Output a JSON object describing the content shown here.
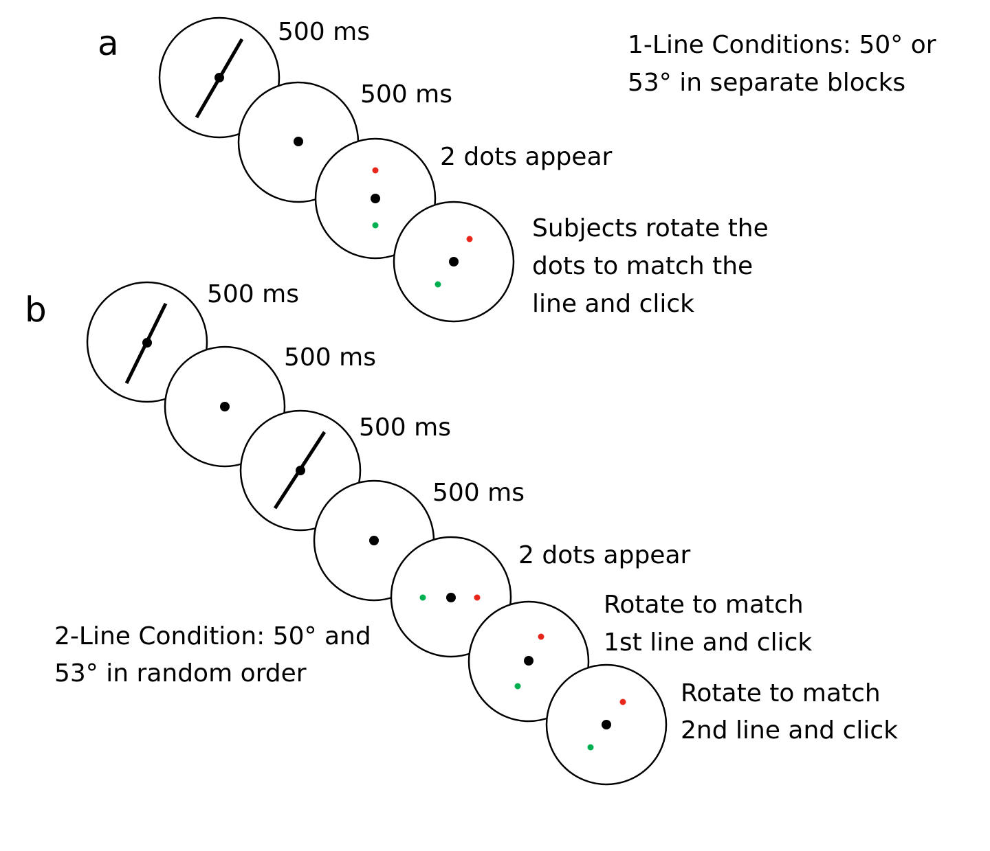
{
  "colors": {
    "red_dot": "#e8261c",
    "green_dot": "#00b050",
    "fixation": "#000000",
    "stroke": "#000000",
    "background": "#ffffff"
  },
  "panel_a": {
    "label": "a",
    "condition_text": [
      "1-Line Conditions: 50° or",
      "53°  in separate blocks"
    ],
    "steps": [
      {
        "label": [
          "500 ms"
        ],
        "content": "line"
      },
      {
        "label": [
          "500 ms"
        ],
        "content": "fixation"
      },
      {
        "label": [
          "2 dots appear"
        ],
        "content": "dots-vertical"
      },
      {
        "label": [
          "Subjects rotate the",
          "dots to match the",
          "line and click"
        ],
        "content": "dots-rotated"
      }
    ]
  },
  "panel_b": {
    "label": "b",
    "condition_text": [
      "2-Line Condition: 50° and",
      "53°  in random order"
    ],
    "steps": [
      {
        "label": [
          "500 ms"
        ],
        "content": "line"
      },
      {
        "label": [
          "500 ms"
        ],
        "content": "fixation"
      },
      {
        "label": [
          "500 ms"
        ],
        "content": "line"
      },
      {
        "label": [
          "500 ms"
        ],
        "content": "fixation"
      },
      {
        "label": [
          "2 dots appear"
        ],
        "content": "dots-horizontal"
      },
      {
        "label": [
          "Rotate to match",
          "1st line and click"
        ],
        "content": "dots-rotated"
      },
      {
        "label": [
          "Rotate to match",
          "2nd line and click"
        ],
        "content": "dots-rotated"
      }
    ]
  }
}
